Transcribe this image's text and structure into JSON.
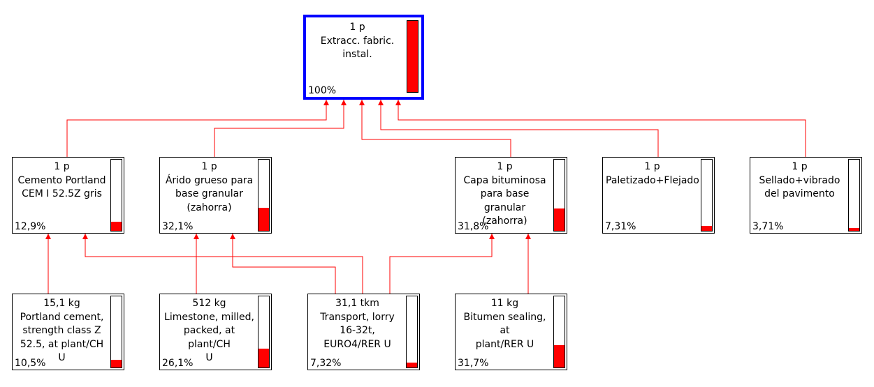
{
  "colors": {
    "accent": "#ff0000",
    "root_border": "#0000ff",
    "node_border": "#000000"
  },
  "nodes": [
    {
      "id": "root",
      "qty": "1 p",
      "label": "Extracc. fabric.\ninstal.",
      "pct": "100%",
      "share": 1.0,
      "root": true
    },
    {
      "id": "cemento",
      "qty": "1 p",
      "label": "Cemento Portland\nCEM I 52.5Z gris",
      "pct": "12,9%",
      "share": 0.129
    },
    {
      "id": "arido",
      "qty": "1 p",
      "label": "Árido grueso para\nbase granular\n(zahorra)",
      "pct": "32,1%",
      "share": 0.321
    },
    {
      "id": "capa",
      "qty": "1 p",
      "label": "Capa bituminosa\npara base granular\n(zahorra)",
      "pct": "31,8%",
      "share": 0.318
    },
    {
      "id": "paletizado",
      "qty": "1 p",
      "label": "Paletizado+Flejado",
      "pct": "7,31%",
      "share": 0.0731
    },
    {
      "id": "sellado",
      "qty": "1 p",
      "label": "Sellado+vibrado\ndel pavimento",
      "pct": "3,71%",
      "share": 0.0371
    },
    {
      "id": "portland",
      "qty": "15,1 kg",
      "label": "Portland cement,\nstrength class Z\n52.5, at plant/CH U",
      "pct": "10,5%",
      "share": 0.105
    },
    {
      "id": "limestone",
      "qty": "512 kg",
      "label": "Limestone, milled,\npacked, at plant/CH\nU",
      "pct": "26,1%",
      "share": 0.261
    },
    {
      "id": "transport",
      "qty": "31,1 tkm",
      "label": "Transport, lorry\n16-32t,\nEURO4/RER U",
      "pct": "7,32%",
      "share": 0.0732
    },
    {
      "id": "bitumen",
      "qty": "11 kg",
      "label": "Bitumen sealing, at\nplant/RER U",
      "pct": "31,7%",
      "share": 0.317
    }
  ],
  "links": [
    {
      "from": "cemento",
      "to": "root"
    },
    {
      "from": "arido",
      "to": "root"
    },
    {
      "from": "capa",
      "to": "root"
    },
    {
      "from": "paletizado",
      "to": "root"
    },
    {
      "from": "sellado",
      "to": "root"
    },
    {
      "from": "portland",
      "to": "cemento"
    },
    {
      "from": "limestone",
      "to": "arido"
    },
    {
      "from": "bitumen",
      "to": "capa"
    },
    {
      "from": "transport",
      "to": "cemento"
    },
    {
      "from": "transport",
      "to": "arido"
    },
    {
      "from": "transport",
      "to": "capa"
    }
  ]
}
